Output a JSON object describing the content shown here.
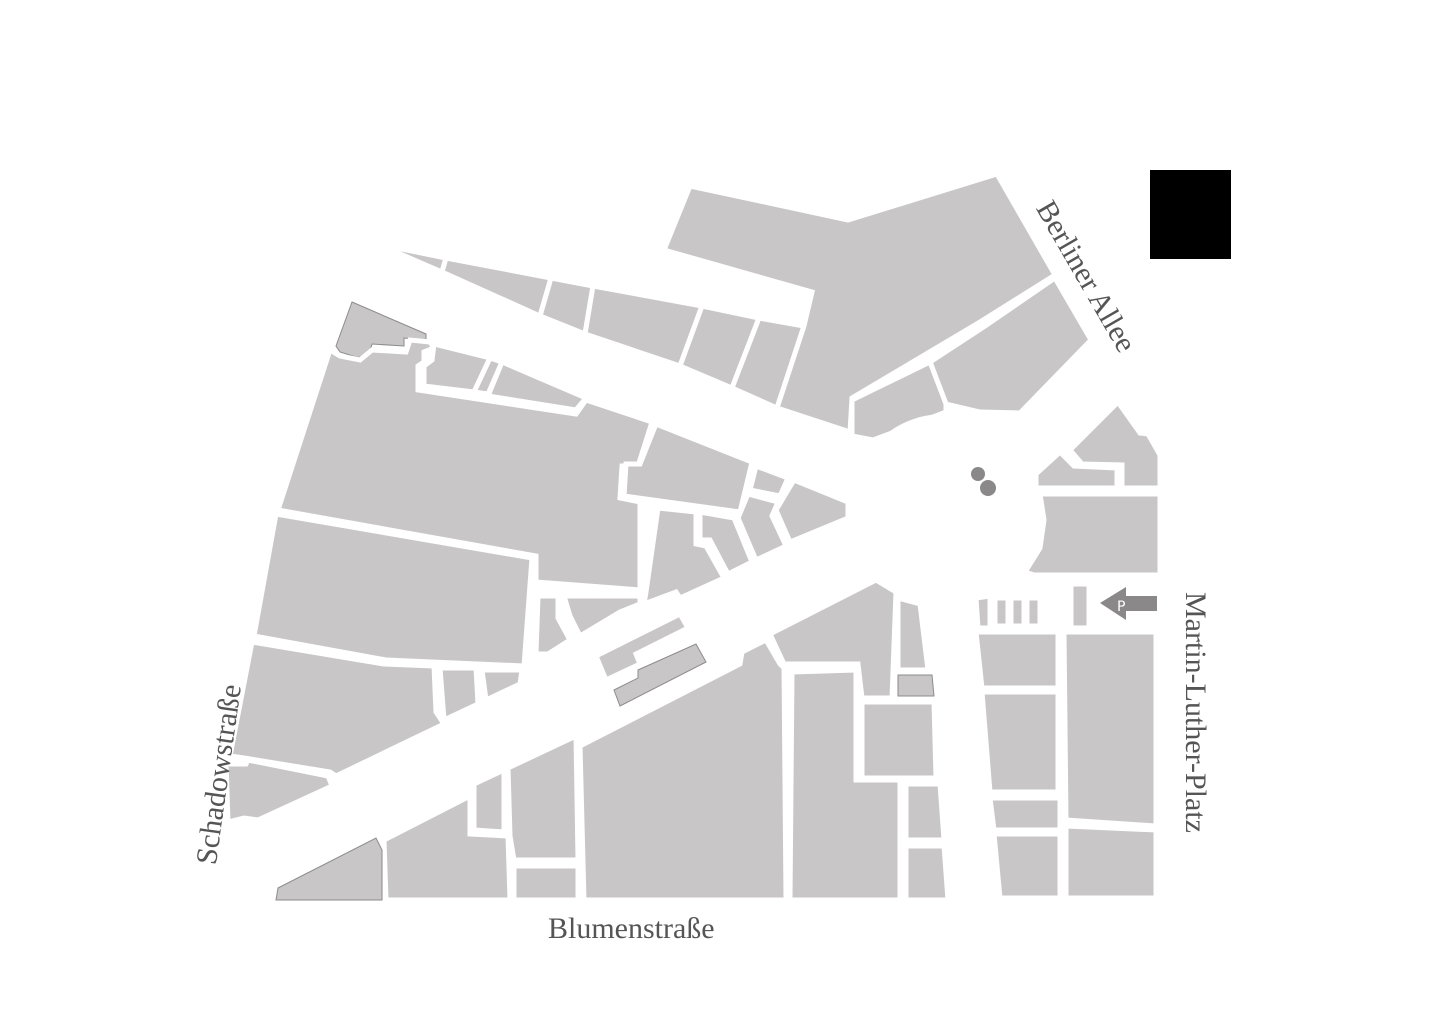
{
  "map": {
    "type": "site plan / street map",
    "colors": {
      "building": "#c8c6c7",
      "road": "#ffffff",
      "label": "#555555",
      "parking_arrow": "#8a8889",
      "fountain": "#8a8889",
      "marker": "#000000"
    },
    "streets": {
      "south": "Blumenstraße",
      "northeast": "Berliner Allee",
      "east": "Martin-Luther-Platz",
      "west": "Schadowstraße"
    },
    "parking": {
      "label": "P",
      "icon": "parking-arrow-left"
    },
    "fountain": {
      "icon": "fountain-dots"
    },
    "marker": {
      "icon": "black-square-marker"
    }
  }
}
